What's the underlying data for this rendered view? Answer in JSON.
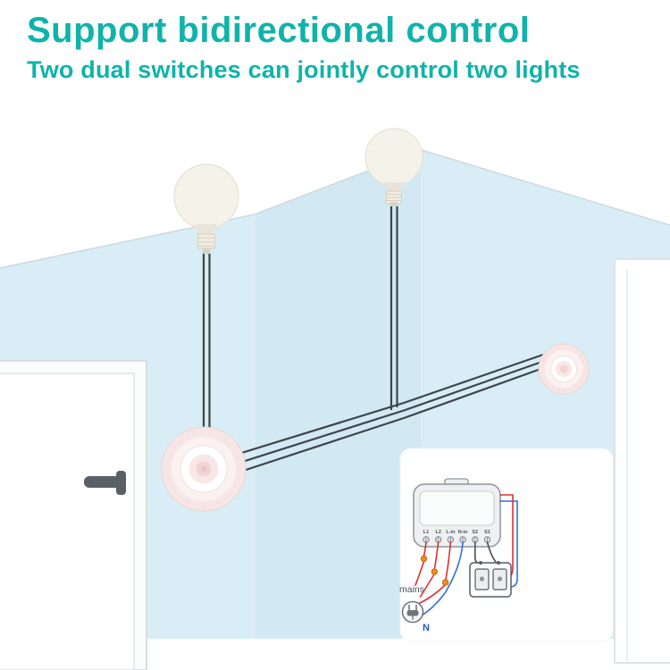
{
  "header": {
    "title": "Support bidirectional control",
    "subtitle": "Two dual switches can jointly control two lights"
  },
  "colors": {
    "accent_teal": "#0fb3aa",
    "wall_blue": "#d8edf6",
    "wire_dark": "#3f444a",
    "switch_pink": "#f2d4d4",
    "live_wire_red": "#e03030",
    "neutral_wire_blue": "#2f6fe0"
  },
  "inset": {
    "terminals": [
      "L1",
      "L2",
      "L-in",
      "N-in",
      "S2",
      "S1"
    ],
    "mains_label": "mains",
    "neutral_label": "N"
  }
}
